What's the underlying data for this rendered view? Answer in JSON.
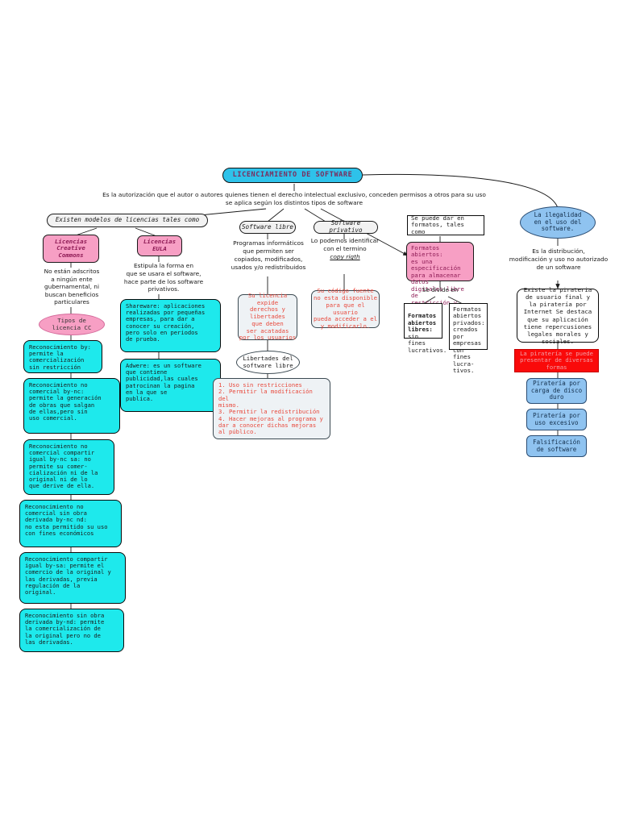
{
  "diagram": {
    "title": "LICENCIAMIENTO DE SOFTWARE",
    "intro": "Es la autorización que el autor o autores quienes tienen el derecho intelectual exclusivo, conceden permisos a otros para su uso\nse aplica según los distintos tipos de software"
  },
  "branch_licencias": {
    "header": "Existen modelos de licencias tales como",
    "cc_title": "Licencias\nCreative\nCommons",
    "cc_desc": "No están adscritos\na ningún ente\ngubernamental, ni\nbuscan beneficios\nparticulares",
    "cc_types_ellipse": "Tipos de\nlicencia CC",
    "cc_items": [
      "Reconocimiento by:\npermite la\ncomercialización\nsin restricción",
      "Reconocimiento no\ncomercial by-nc:\npermite la generación\nde obras que salgan\nde ellas,pero sin\nuso comercial.",
      "Reconocimiento no\ncomercial compartir\nigual by-nc sa: no\npermite su comer-\ncialización ni de la\noriginal ni de lo\nque derive de ella.",
      "Reconocimiento no\ncomercial sin obra\nderivada by-nc nd:\nno esta permitido su uso\ncon fines económicos",
      "Reconocimiento compartir\nigual by-sa: permite el\ncomercio de la original y\nlas derivadas, previa\nregulación de la\noriginal.",
      "Reconocimiento sin obra\nderivada by-nd: permite\nla comercialización de\nla original pero no de\nlas derivadas."
    ],
    "eula_title": "Licencias\nEULA",
    "eula_desc": "Estipula la forma en\nque se usara el software,\nhace parte de los software\nprivativos.",
    "eula_items": [
      "Shareware: aplicaciones\nrealizadas por pequeñas\nempresas, para dar a\nconocer su creación,\npero solo en periodos\nde prueba.",
      "Adwere: es un software\nque contiene\npublicidad,las cuales\npatrocinan la pagina\nen la que se\npublica."
    ]
  },
  "branch_libre": {
    "header": "Software libre",
    "desc": "Programas informáticos\nque permiten ser\ncopiados, modificados,\nusados y/o redistribuidos",
    "license_note": "Su licencia\nexpide\nderechos y\nlibertades\nque deben\nser acatadas\npor los usuarios",
    "freedoms_ellipse": "Libertades del\nsoftware libre",
    "freedoms_list": "1. Uso sin restricciones\n2. Permitir la modificación del\nmismo.\n3. Permitir la redistribución\n4. Hacer mejoras al programa y\ndar a conocer dichas mejoras\nal público."
  },
  "branch_privativo": {
    "header": "Software privativo",
    "desc_line1": "Lo podemos identificar",
    "desc_line2": "con el termino",
    "desc_term": "copy rigth",
    "note": "Su código fuente\nno esta disponible\npara que el usuario\npueda acceder a el\ny modificarlo."
  },
  "branch_formatos": {
    "header": "Se puede dar en\nformatos, tales como",
    "abiertos_note": "Formatos abiertos:\nes una especificación\npara almacenar datos\ndigitales libre de\nrestricción y lucro.",
    "divide_label": "Se divide en",
    "libres_bold": "Formatos\nabiertos\nlibres:",
    "libres_rest": " sin\nfines\nlucrativos.",
    "privados": "Formatos\nabiertos\nprivados:\ncreados por\nempresas con\nfines lucra-\ntivos."
  },
  "branch_ilegalidad": {
    "header_ellipse": "La ilegalidad\nen el uso del\nsoftware.",
    "desc": "Es la distribución,\nmodificación y uso no autorizado\nde un software",
    "pirateria_box": "Existe la pirateria\nde usuario final y\nla piratería por\nInternet Se destaca\nque su aplicación\ntiene repercusiones\nlegales morales y\nsociales.",
    "red_banner": "La piratería se puede\npresentar de diversas\nformas",
    "forms": [
      "Piratería por\ncarga de disco\nduro",
      "Piratería por\nuso excesivo",
      "Falsificación\nde software"
    ]
  },
  "colors": {
    "title_fill": "#2ec2ea",
    "pink": "#f79fc4",
    "cyan": "#1ee9ec",
    "blue": "#8fc3f0",
    "red": "#fa0a0a",
    "red_text": "#e8483b"
  }
}
